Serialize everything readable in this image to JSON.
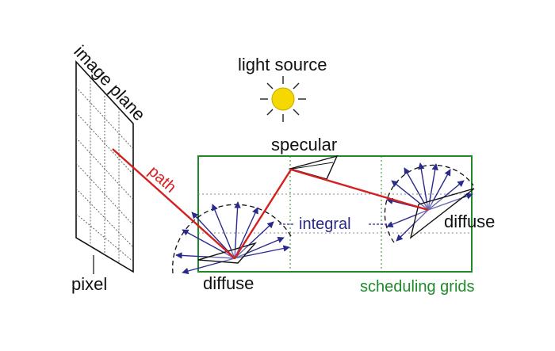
{
  "labels": {
    "image_plane": "image plane",
    "light_source": "light source",
    "specular": "specular",
    "path": "path",
    "integral": "integral",
    "diffuse_left": "diffuse",
    "diffuse_right": "diffuse",
    "pixel": "pixel",
    "scheduling_grids": "scheduling grids"
  },
  "colors": {
    "path": "#d42020",
    "grid": "#1f8a2a",
    "arrows": "#2a2a8a",
    "sun": "#f5d800",
    "ink": "#111111"
  }
}
